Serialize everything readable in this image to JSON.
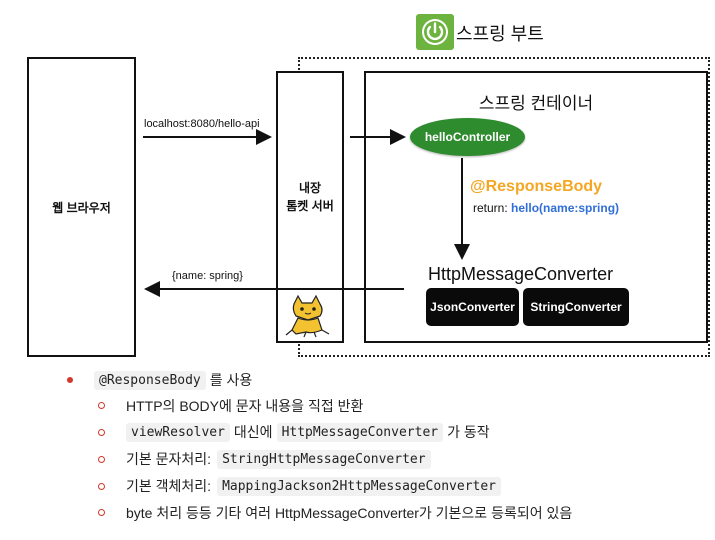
{
  "header": {
    "title": "스프링 부트"
  },
  "browser": {
    "label": "웹 브라우저"
  },
  "tomcat": {
    "label_line1": "내장",
    "label_line2": "톰켓 서버"
  },
  "container": {
    "title": "스프링 컨테이너"
  },
  "controller": {
    "label": "helloController"
  },
  "annotation": {
    "text": "@ResponseBody",
    "return_prefix": "return: ",
    "return_value": "hello(name:spring)"
  },
  "converter": {
    "title": "HttpMessageConverter",
    "json": "JsonConverter",
    "string": "StringConverter"
  },
  "arrows": {
    "request": "localhost:8080/hello-api",
    "response": "{name: spring}"
  },
  "bullets": {
    "main": {
      "code": "@ResponseBody",
      "text": "를 사용"
    },
    "sub1": {
      "text": "HTTP의 BODY에 문자 내용을 직접 반환"
    },
    "sub2": {
      "code1": "viewResolver",
      "mid": "대신에",
      "code2": "HttpMessageConverter",
      "end": "가 동작"
    },
    "sub3": {
      "text": "기본 문자처리:",
      "code": "StringHttpMessageConverter"
    },
    "sub4": {
      "text": "기본 객체처리:",
      "code": "MappingJackson2HttpMessageConverter"
    },
    "sub5": {
      "text": "byte 처리 등등 기타 여러 HttpMessageConverter가 기본으로 등록되어 있음"
    }
  },
  "colors": {
    "spring_green": "#6db33f",
    "controller_green": "#2e8b2e",
    "annotation_orange": "#f5a623",
    "return_blue": "#2f6fd6",
    "bullet_red": "#d0392b"
  },
  "icons": [
    "spring-power-icon",
    "tomcat-icon"
  ]
}
